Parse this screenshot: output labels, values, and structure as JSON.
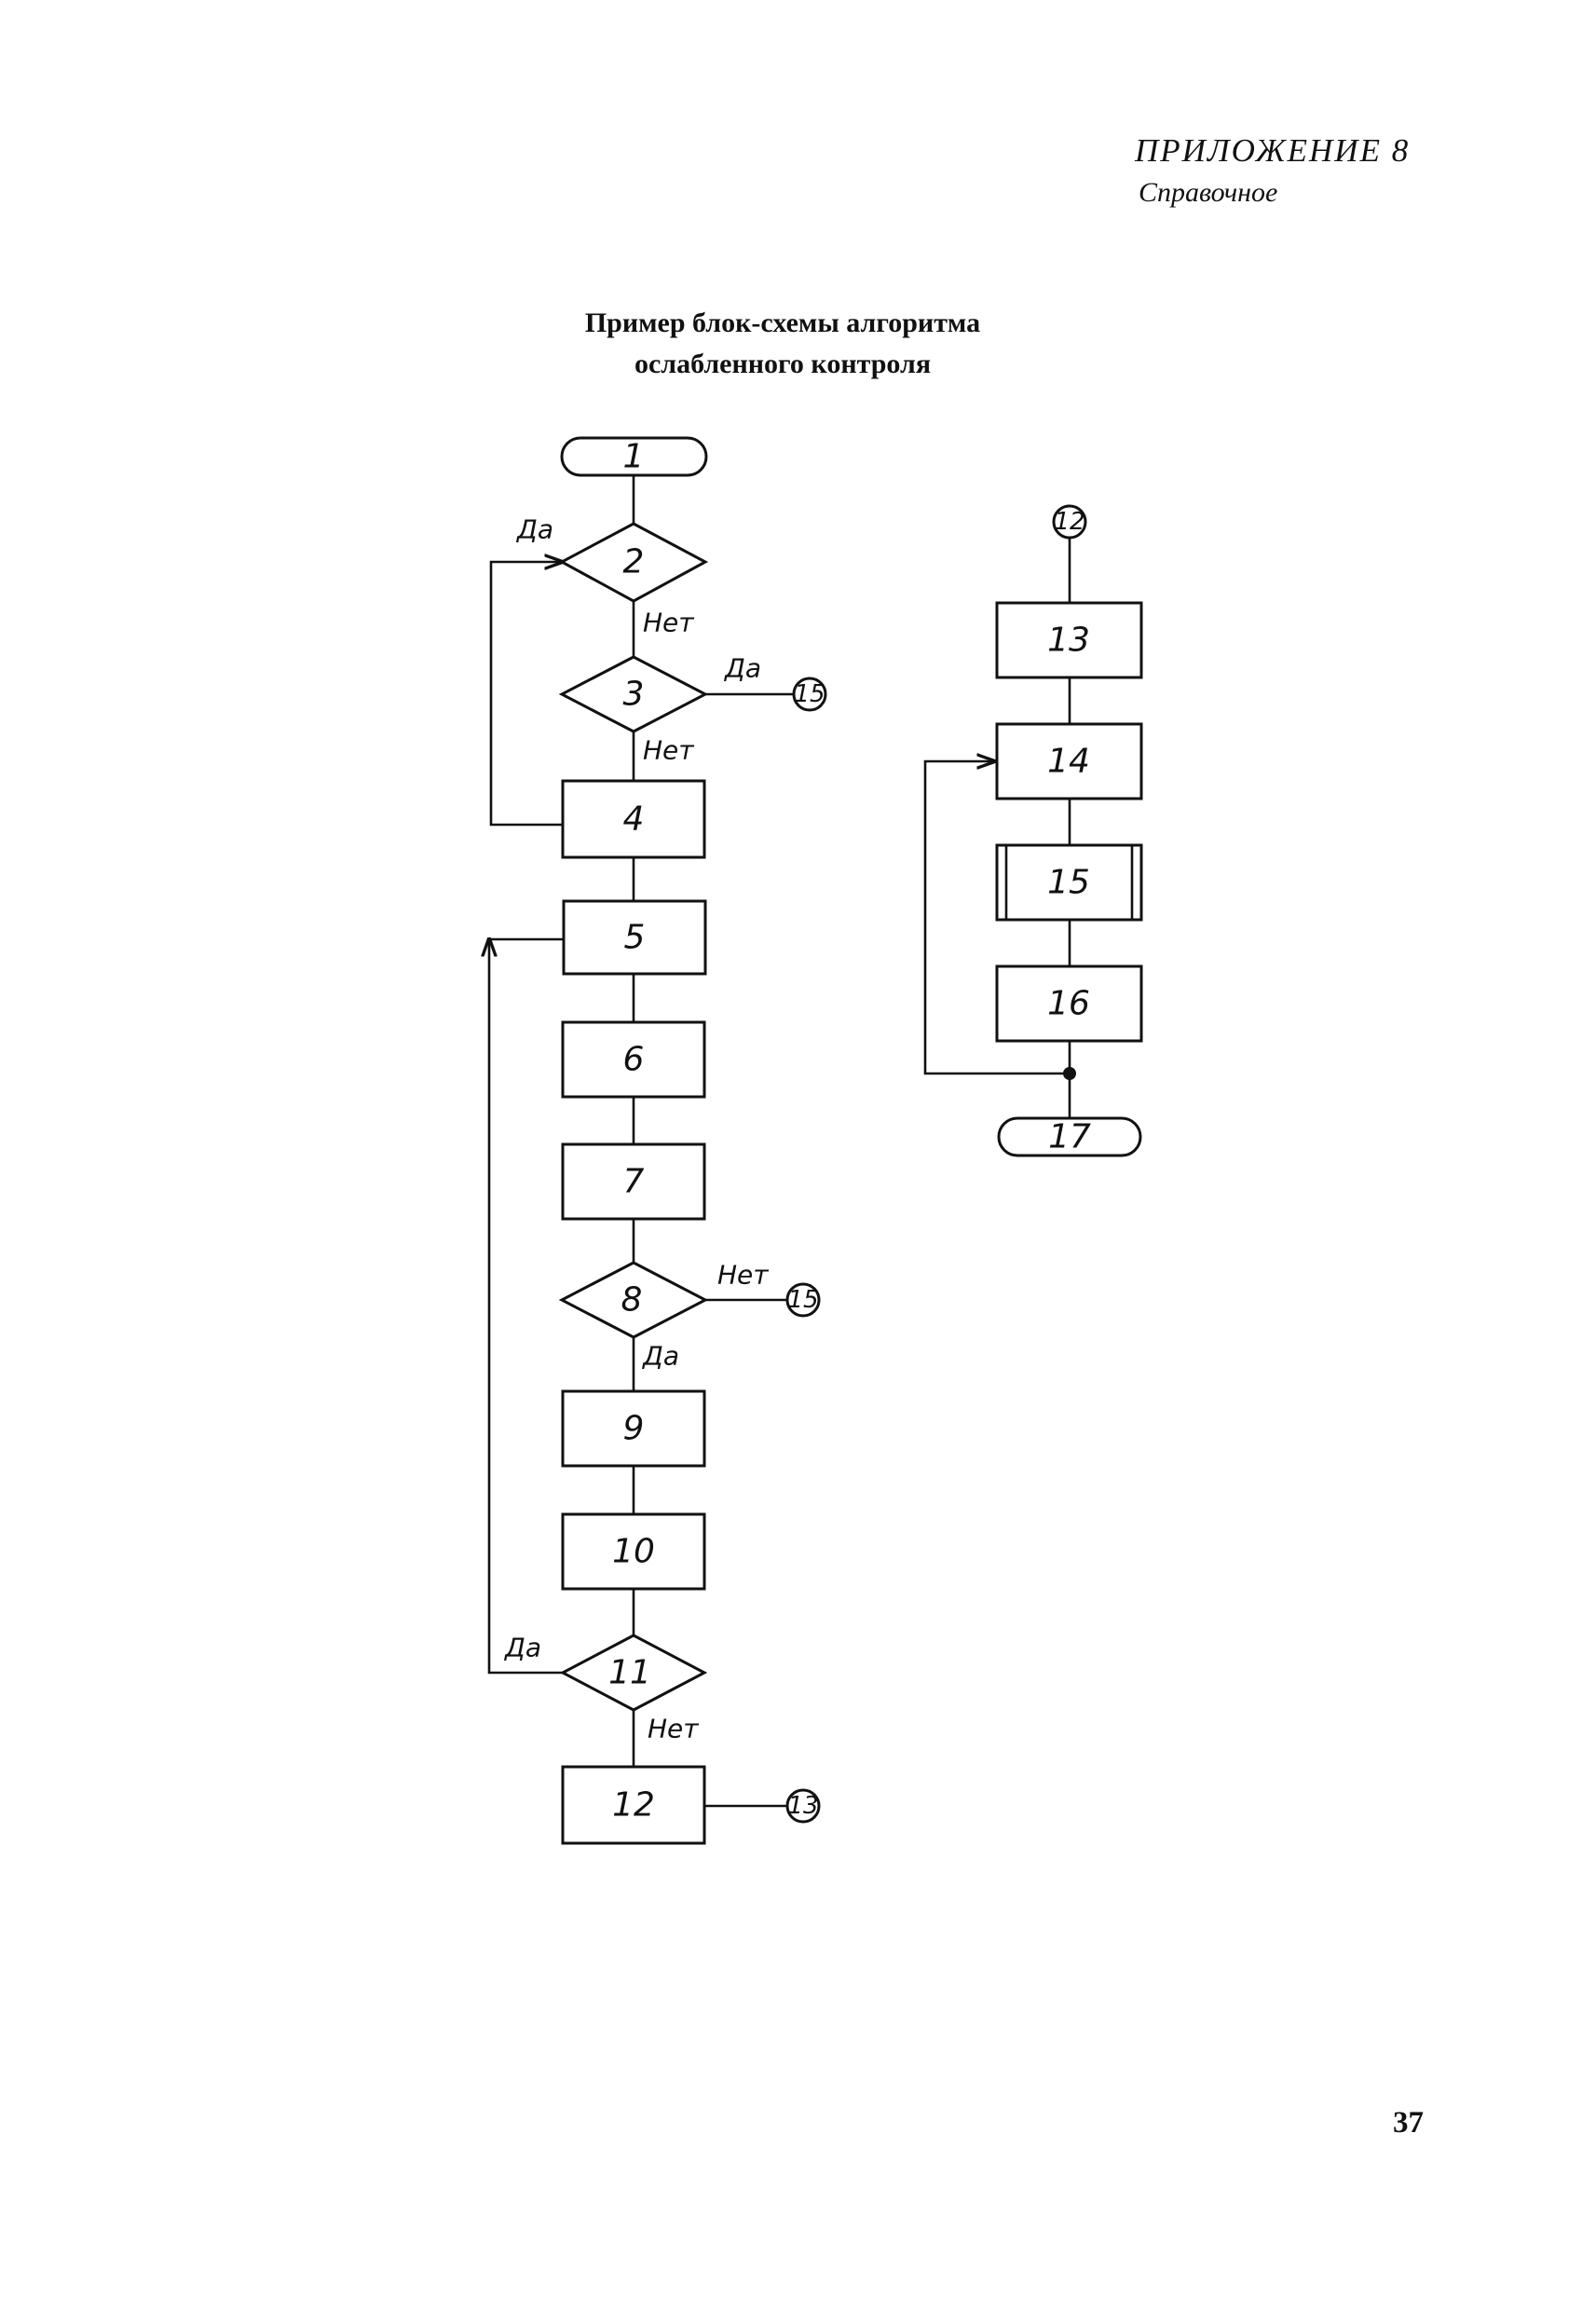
{
  "header": {
    "appendix_title": "ПРИЛОЖЕНИЕ 8",
    "appendix_note": "Справочное"
  },
  "heading": {
    "line1": "Пример блок-схемы алгоритма",
    "line2": "ослабленного контроля"
  },
  "flowchart": {
    "blocks": {
      "b1": "1",
      "b2": "2",
      "b3": "3",
      "b4": "4",
      "b5": "5",
      "b6": "6",
      "b7": "7",
      "b8": "8",
      "b9": "9",
      "b10": "10",
      "b11": "11",
      "b12": "12",
      "b13": "13",
      "b14": "14",
      "b15": "15",
      "b16": "16",
      "b17": "17"
    },
    "connectors": {
      "c_from3": "15",
      "c_from8": "15",
      "c_from12": "13",
      "c_top_right": "12"
    },
    "labels": {
      "yes": "Да",
      "no": "Нет"
    }
  },
  "page_number": "37"
}
